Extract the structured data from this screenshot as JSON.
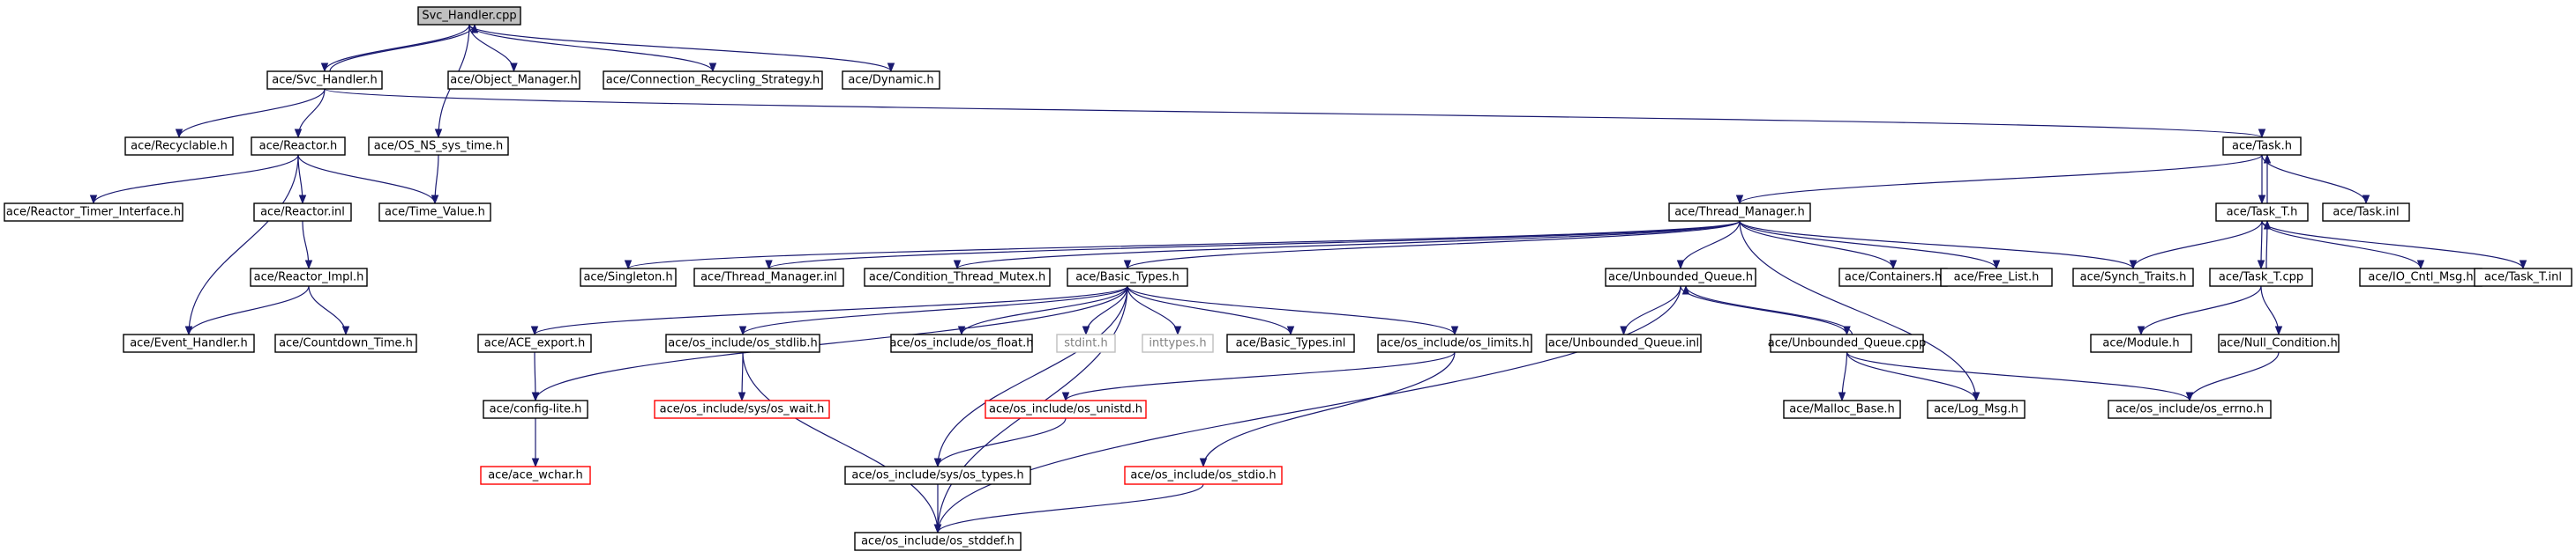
{
  "colors": {
    "edge": "#191970",
    "node_border": "#000000",
    "root_fill": "#c0c0c0",
    "missing_border": "#ff0000",
    "external_border": "#bfbfbf",
    "external_text": "#808080",
    "text": "#000000"
  },
  "nodes": [
    {
      "id": "svc_cpp",
      "label": "Svc_Handler.cpp",
      "kind": "root"
    },
    {
      "id": "svc_h",
      "label": "ace/Svc_Handler.h",
      "kind": "normal"
    },
    {
      "id": "object_manager",
      "label": "ace/Object_Manager.h",
      "kind": "normal"
    },
    {
      "id": "conn_recycling",
      "label": "ace/Connection_Recycling_Strategy.h",
      "kind": "normal"
    },
    {
      "id": "dynamic",
      "label": "ace/Dynamic.h",
      "kind": "normal"
    },
    {
      "id": "recyclable",
      "label": "ace/Recyclable.h",
      "kind": "normal"
    },
    {
      "id": "reactor_h",
      "label": "ace/Reactor.h",
      "kind": "normal"
    },
    {
      "id": "os_ns_sys_time",
      "label": "ace/OS_NS_sys_time.h",
      "kind": "normal"
    },
    {
      "id": "task_h",
      "label": "ace/Task.h",
      "kind": "normal"
    },
    {
      "id": "reactor_timer",
      "label": "ace/Reactor_Timer_Interface.h",
      "kind": "normal"
    },
    {
      "id": "reactor_inl",
      "label": "ace/Reactor.inl",
      "kind": "normal"
    },
    {
      "id": "time_value",
      "label": "ace/Time_Value.h",
      "kind": "normal"
    },
    {
      "id": "thread_manager",
      "label": "ace/Thread_Manager.h",
      "kind": "normal"
    },
    {
      "id": "task_t_h",
      "label": "ace/Task_T.h",
      "kind": "normal"
    },
    {
      "id": "task_inl",
      "label": "ace/Task.inl",
      "kind": "normal"
    },
    {
      "id": "singleton",
      "label": "ace/Singleton.h",
      "kind": "normal"
    },
    {
      "id": "thread_manager_inl",
      "label": "ace/Thread_Manager.inl",
      "kind": "normal"
    },
    {
      "id": "cond_thread_mutex",
      "label": "ace/Condition_Thread_Mutex.h",
      "kind": "normal"
    },
    {
      "id": "basic_types",
      "label": "ace/Basic_Types.h",
      "kind": "normal"
    },
    {
      "id": "unbounded_queue_h",
      "label": "ace/Unbounded_Queue.h",
      "kind": "normal"
    },
    {
      "id": "containers",
      "label": "ace/Containers.h",
      "kind": "normal"
    },
    {
      "id": "free_list",
      "label": "ace/Free_List.h",
      "kind": "normal"
    },
    {
      "id": "synch_traits",
      "label": "ace/Synch_Traits.h",
      "kind": "normal"
    },
    {
      "id": "task_t_cpp",
      "label": "ace/Task_T.cpp",
      "kind": "normal"
    },
    {
      "id": "io_cntl_msg",
      "label": "ace/IO_Cntl_Msg.h",
      "kind": "normal"
    },
    {
      "id": "task_t_inl",
      "label": "ace/Task_T.inl",
      "kind": "normal"
    },
    {
      "id": "reactor_impl",
      "label": "ace/Reactor_Impl.h",
      "kind": "normal"
    },
    {
      "id": "ace_export",
      "label": "ace/ACE_export.h",
      "kind": "normal"
    },
    {
      "id": "os_stdlib",
      "label": "ace/os_include/os_stdlib.h",
      "kind": "normal"
    },
    {
      "id": "os_float",
      "label": "ace/os_include/os_float.h",
      "kind": "normal"
    },
    {
      "id": "stdint",
      "label": "stdint.h",
      "kind": "external"
    },
    {
      "id": "inttypes",
      "label": "inttypes.h",
      "kind": "external"
    },
    {
      "id": "basic_types_inl",
      "label": "ace/Basic_Types.inl",
      "kind": "normal"
    },
    {
      "id": "os_limits",
      "label": "ace/os_include/os_limits.h",
      "kind": "normal"
    },
    {
      "id": "unbounded_queue_inl",
      "label": "ace/Unbounded_Queue.inl",
      "kind": "normal"
    },
    {
      "id": "unbounded_queue_cpp",
      "label": "ace/Unbounded_Queue.cpp",
      "kind": "normal"
    },
    {
      "id": "module",
      "label": "ace/Module.h",
      "kind": "normal"
    },
    {
      "id": "null_condition",
      "label": "ace/Null_Condition.h",
      "kind": "normal"
    },
    {
      "id": "event_handler",
      "label": "ace/Event_Handler.h",
      "kind": "normal"
    },
    {
      "id": "countdown_time",
      "label": "ace/Countdown_Time.h",
      "kind": "normal"
    },
    {
      "id": "config_lite",
      "label": "ace/config-lite.h",
      "kind": "normal"
    },
    {
      "id": "os_wait",
      "label": "ace/os_include/sys/os_wait.h",
      "kind": "missing"
    },
    {
      "id": "os_unistd",
      "label": "ace/os_include/os_unistd.h",
      "kind": "missing"
    },
    {
      "id": "malloc_base",
      "label": "ace/Malloc_Base.h",
      "kind": "normal"
    },
    {
      "id": "log_msg",
      "label": "ace/Log_Msg.h",
      "kind": "normal"
    },
    {
      "id": "os_errno",
      "label": "ace/os_include/os_errno.h",
      "kind": "normal"
    },
    {
      "id": "ace_wchar",
      "label": "ace/ace_wchar.h",
      "kind": "missing"
    },
    {
      "id": "os_types",
      "label": "ace/os_include/sys/os_types.h",
      "kind": "normal"
    },
    {
      "id": "os_stdio",
      "label": "ace/os_include/os_stdio.h",
      "kind": "missing"
    },
    {
      "id": "os_stddef",
      "label": "ace/os_include/os_stddef.h",
      "kind": "normal"
    }
  ],
  "edges": [
    {
      "from": "svc_cpp",
      "to": "svc_h"
    },
    {
      "from": "svc_cpp",
      "to": "object_manager"
    },
    {
      "from": "svc_cpp",
      "to": "conn_recycling"
    },
    {
      "from": "svc_cpp",
      "to": "dynamic"
    },
    {
      "from": "svc_cpp",
      "to": "os_ns_sys_time"
    },
    {
      "from": "svc_h",
      "to": "svc_cpp"
    },
    {
      "from": "svc_h",
      "to": "recyclable"
    },
    {
      "from": "svc_h",
      "to": "reactor_h"
    },
    {
      "from": "svc_h",
      "to": "task_h"
    },
    {
      "from": "reactor_h",
      "to": "reactor_timer"
    },
    {
      "from": "reactor_h",
      "to": "reactor_inl"
    },
    {
      "from": "reactor_h",
      "to": "time_value"
    },
    {
      "from": "reactor_h",
      "to": "event_handler"
    },
    {
      "from": "os_ns_sys_time",
      "to": "time_value"
    },
    {
      "from": "reactor_inl",
      "to": "reactor_impl"
    },
    {
      "from": "reactor_impl",
      "to": "event_handler"
    },
    {
      "from": "reactor_impl",
      "to": "countdown_time"
    },
    {
      "from": "task_h",
      "to": "thread_manager"
    },
    {
      "from": "task_h",
      "to": "task_t_h"
    },
    {
      "from": "task_h",
      "to": "task_inl"
    },
    {
      "from": "task_t_h",
      "to": "task_h"
    },
    {
      "from": "task_t_h",
      "to": "synch_traits"
    },
    {
      "from": "task_t_h",
      "to": "task_t_cpp"
    },
    {
      "from": "task_t_h",
      "to": "io_cntl_msg"
    },
    {
      "from": "task_t_h",
      "to": "task_t_inl"
    },
    {
      "from": "task_t_cpp",
      "to": "task_t_h"
    },
    {
      "from": "task_t_cpp",
      "to": "module"
    },
    {
      "from": "task_t_cpp",
      "to": "null_condition"
    },
    {
      "from": "null_condition",
      "to": "os_errno"
    },
    {
      "from": "thread_manager",
      "to": "singleton"
    },
    {
      "from": "thread_manager",
      "to": "thread_manager_inl"
    },
    {
      "from": "thread_manager",
      "to": "cond_thread_mutex"
    },
    {
      "from": "thread_manager",
      "to": "basic_types"
    },
    {
      "from": "thread_manager",
      "to": "unbounded_queue_h"
    },
    {
      "from": "thread_manager",
      "to": "containers"
    },
    {
      "from": "thread_manager",
      "to": "free_list"
    },
    {
      "from": "thread_manager",
      "to": "synch_traits"
    },
    {
      "from": "thread_manager",
      "to": "log_msg"
    },
    {
      "from": "unbounded_queue_h",
      "to": "unbounded_queue_inl"
    },
    {
      "from": "unbounded_queue_h",
      "to": "unbounded_queue_cpp"
    },
    {
      "from": "unbounded_queue_cpp",
      "to": "unbounded_queue_h"
    },
    {
      "from": "unbounded_queue_cpp",
      "to": "malloc_base"
    },
    {
      "from": "unbounded_queue_cpp",
      "to": "log_msg"
    },
    {
      "from": "unbounded_queue_cpp",
      "to": "os_errno"
    },
    {
      "from": "unbounded_queue_h",
      "to": "os_stddef"
    },
    {
      "from": "basic_types",
      "to": "ace_export"
    },
    {
      "from": "basic_types",
      "to": "os_stdlib"
    },
    {
      "from": "basic_types",
      "to": "os_float"
    },
    {
      "from": "basic_types",
      "to": "stdint"
    },
    {
      "from": "basic_types",
      "to": "inttypes"
    },
    {
      "from": "basic_types",
      "to": "basic_types_inl"
    },
    {
      "from": "basic_types",
      "to": "os_limits"
    },
    {
      "from": "basic_types",
      "to": "config_lite"
    },
    {
      "from": "basic_types",
      "to": "os_types"
    },
    {
      "from": "basic_types",
      "to": "os_stddef"
    },
    {
      "from": "ace_export",
      "to": "config_lite"
    },
    {
      "from": "config_lite",
      "to": "ace_wchar"
    },
    {
      "from": "os_stdlib",
      "to": "os_wait"
    },
    {
      "from": "os_stdlib",
      "to": "os_stddef"
    },
    {
      "from": "os_limits",
      "to": "os_unistd"
    },
    {
      "from": "os_limits",
      "to": "os_stdio"
    },
    {
      "from": "os_unistd",
      "to": "os_types"
    },
    {
      "from": "os_types",
      "to": "os_stddef"
    },
    {
      "from": "os_stdio",
      "to": "os_stddef"
    }
  ]
}
